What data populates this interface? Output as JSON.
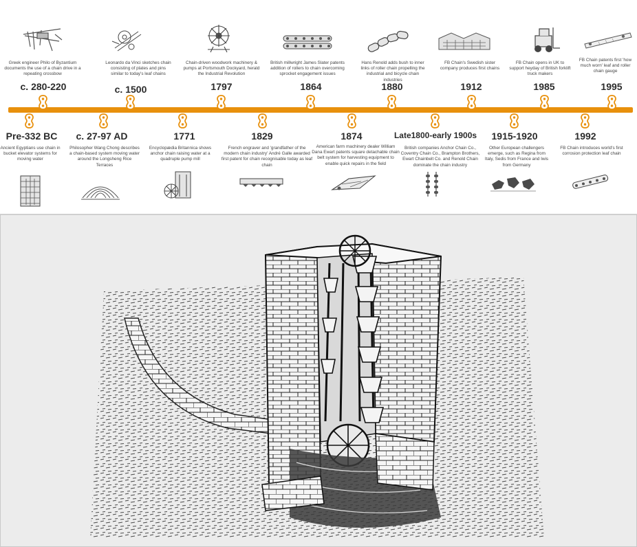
{
  "colors": {
    "accent": "#e8900c",
    "ink": "#2b2b2b",
    "panel_bg": "#ececec"
  },
  "timeline": {
    "top": [
      {
        "year": "c. 280-220",
        "text": "Greek engineer Philo of Byzantium documents the use of a chain drive in a repeating crossbow",
        "icon": "crossbow-icon"
      },
      {
        "year": "c. 1500",
        "text": "Leonardo da Vinci sketches chain consisting of plates and pins similar to today's leaf chains",
        "icon": "leaf-chain-sketch-icon"
      },
      {
        "year": "1797",
        "text": "Chain-driven woodwork machinery & pumps at Portsmouth Dockyard, herald the Industrial Revolution",
        "icon": "dockyard-machinery-icon"
      },
      {
        "year": "1864",
        "text": "British millwright James Slater patents addition of rollers to chain overcoming sprocket engagement issues",
        "icon": "roller-chain-icon"
      },
      {
        "year": "1880",
        "text": "Hans Renold adds bush to inner links of roller chain propelling the industrial and bicycle chain industries",
        "icon": "bush-chain-icon"
      },
      {
        "year": "1912",
        "text": "FB Chain's Swedish sister company produces first chains",
        "icon": "factory-icon"
      },
      {
        "year": "1985",
        "text": "FB Chain opens in UK to support heyday of British forklift truck makers",
        "icon": "forklift-icon"
      },
      {
        "year": "1995",
        "text": "FB Chain patents first 'how much worn' leaf and roller chain gauge",
        "icon": "chain-gauge-icon"
      }
    ],
    "bottom": [
      {
        "year": "Pre-332 BC",
        "text": "Ancient Egyptians use chain in bucket elevator systems for moving water",
        "icon": "bucket-elevator-icon"
      },
      {
        "year": "c. 27-97 AD",
        "text": "Philosopher Wang Chong describes a chain-based system moving water around the Longsheng Rice Terraces",
        "icon": "rice-terraces-icon"
      },
      {
        "year": "1771",
        "text": "Encyclopædia Britannica shows anchor chain raising water at a quadruple pump mill",
        "icon": "pump-mill-icon"
      },
      {
        "year": "1829",
        "text": "French engraver and 'grandfather of the modern chain industry' André Galle awarded first patent for chain recognisable today as leaf chain",
        "icon": "leaf-chain-icon"
      },
      {
        "year": "1874",
        "text": "American farm machinery dealer William Dana Ewart patents square detachable chain belt system for harvesting equipment to enable quick repairs in the field",
        "icon": "detachable-chain-icon"
      },
      {
        "year": "Late1800-early 1900s",
        "text": "British companies Anchor Chain Co., Coventry Chain Co., Brampton Brothers, Ewart Chainbelt Co. and Renold Chain dominate the chain industry",
        "icon": "hanging-chains-icon"
      },
      {
        "year": "1915-1920",
        "text": "Other European challengers emerge, such as Regina from Italy, Sedis from France and Iwis from Germany",
        "icon": "europe-map-icon"
      },
      {
        "year": "1992",
        "text": "FB Chain introduces world's first corrosion protection leaf chain",
        "icon": "corrosion-leaf-chain-icon"
      }
    ]
  },
  "illustration": {
    "icon": "egyptian-bucket-elevator-illustration"
  }
}
